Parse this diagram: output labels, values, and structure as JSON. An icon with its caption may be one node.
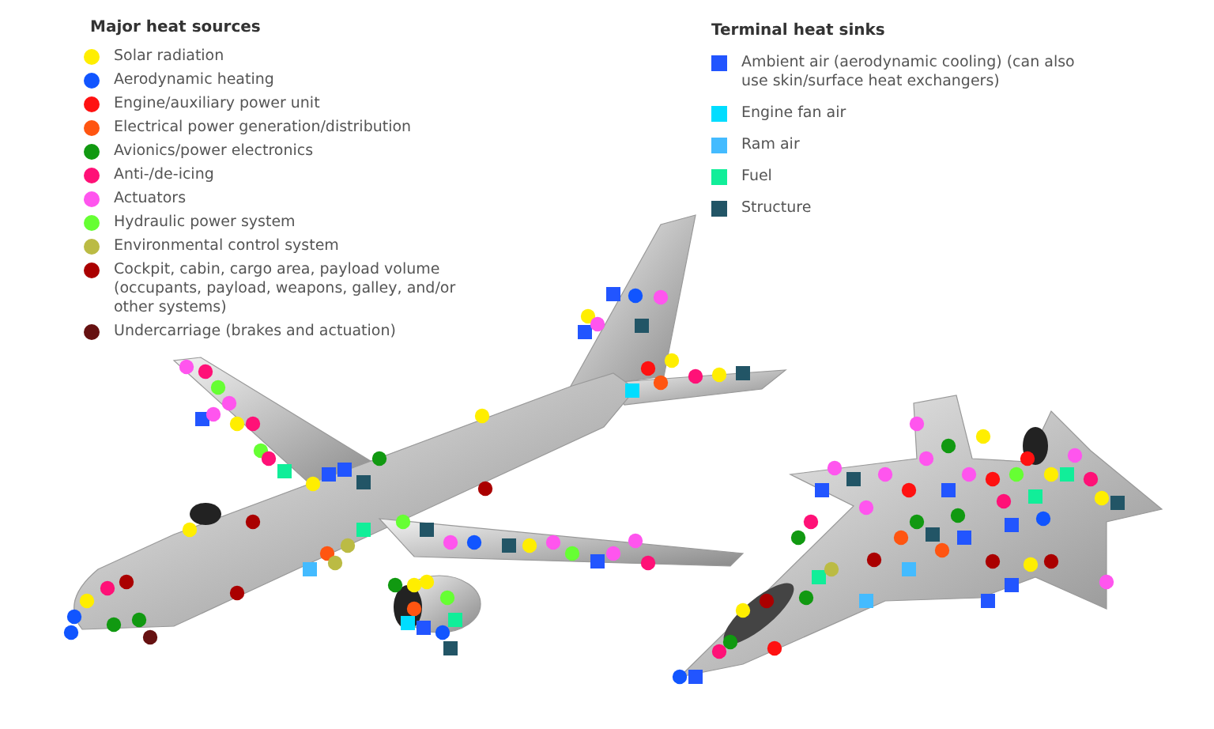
{
  "diagram": {
    "labels": [
      "Major heat sources",
      "Terminal heat sinks"
    ],
    "legend": [
      {
        "text": "Solar radiation",
        "color": "#ffee00"
      },
      {
        "text": "Aerodynamic heating",
        "color": "#1155ff"
      },
      {
        "text": "Engine/auxiliary power unit",
        "color": "#ff1111"
      },
      {
        "text": "Electrical power generation/distribution",
        "color": "#ff5511"
      },
      {
        "text": "Avionics/power electronics",
        "color": "#119911"
      },
      {
        "text": "Anti-/de-icing",
        "color": "#ff1177"
      },
      {
        "text": "Actuators",
        "color": "#ff55ee"
      },
      {
        "text": "Hydraulic power system",
        "color": "#66ff33"
      },
      {
        "text": "Environmental control system",
        "color": "#bbbb44"
      },
      {
        "text": "Cockpit, cabin, cargo area, payload volume (occupants, payload, weapons, galley, and/or other systems)",
        "color": "#aa0000"
      },
      {
        "text": "Undercarriage (brakes and actuation)",
        "color": "#661111"
      },
      {
        "text": "Ambient air (aerodynamic cooling) (can also use skin/surface heat exchangers)",
        "color": "#2255ff"
      },
      {
        "text": "Engine fan air",
        "color": "#00ddff"
      },
      {
        "text": "Ram air",
        "color": "#44bbff"
      },
      {
        "text": "Fuel",
        "color": "#11ee99"
      },
      {
        "text": "Structure",
        "color": "#225566"
      }
    ]
  }
}
